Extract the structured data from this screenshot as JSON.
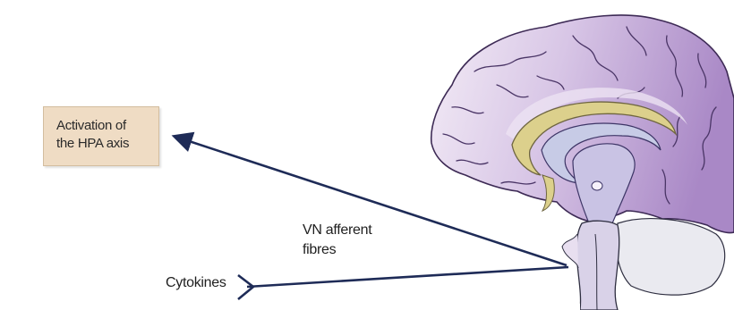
{
  "hpa_box": {
    "line1": "Activation of",
    "line2": "the HPA axis"
  },
  "vn_label": {
    "line1": "VN afferent",
    "line2": "fibres"
  },
  "cytokines_label": "Cytokines",
  "colors": {
    "box_fill": "#efdcc4",
    "brain_light": "#e8dcef",
    "brain_mid": "#c7b2d9",
    "brain_dark": "#a887c4",
    "corpus_callosum": "#dcd08c",
    "ventricle": "#c7cbe6",
    "arrow": "#1e2b57"
  }
}
